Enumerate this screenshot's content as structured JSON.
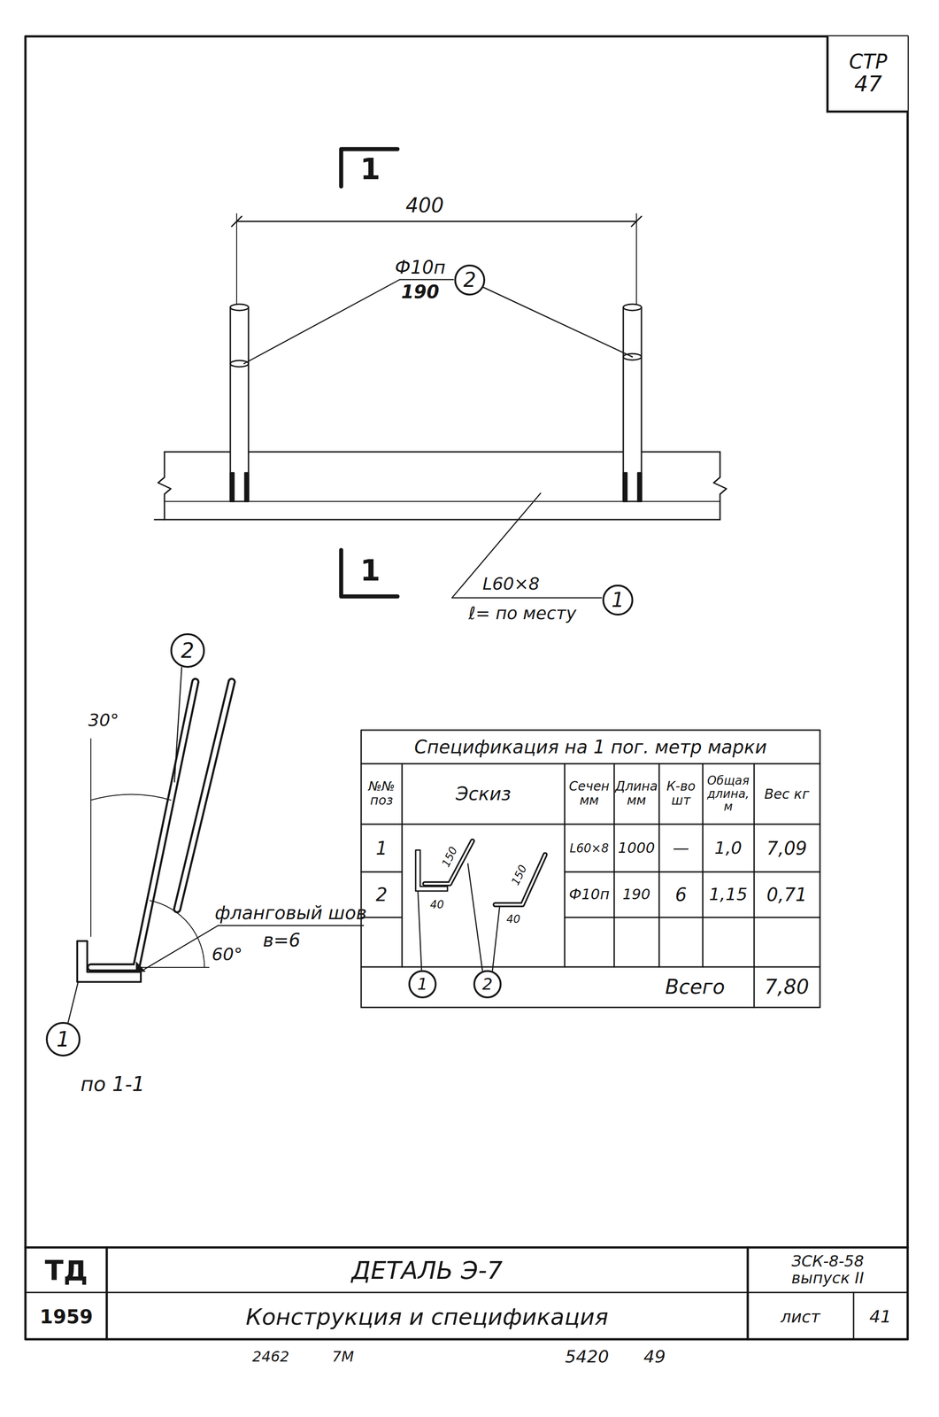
{
  "diagram": {
    "nodes": [
      {
        "text": [
          "СТР",
          "47"
        ]
      },
      {
        "text": [
          "2"
        ]
      },
      {
        "text": [
          "1"
        ]
      },
      {
        "text": [
          "2"
        ]
      },
      {
        "text": [
          "1"
        ]
      },
      {
        "text": [
          "1"
        ]
      },
      {
        "text": [
          "2"
        ]
      }
    ],
    "labels": [
      "1",
      "400",
      "Ф10п",
      "190",
      "1",
      "L60×8",
      "ℓ= по месту",
      "30°",
      "60°",
      "фланговый шов",
      "в=6",
      "по 1-1",
      "Спецификация на 1 пог. метр марки",
      "№№ поз",
      "Эскиз",
      "Сечен мм",
      "Длина мм",
      "К-во шт",
      "Общая длина, м",
      "Вес кг",
      "1",
      "L60×8",
      "1000",
      "—",
      "1,0",
      "7,09",
      "150",
      "40",
      "40",
      "150",
      "2",
      "Ф10п",
      "190",
      "6",
      "1,15",
      "0,71",
      "Всего",
      "7,80",
      "ТД",
      "1959",
      "ДЕТАЛЬ Э-7",
      "Конструкция и спецификация",
      "ЗСК-8-58 выпуск II",
      "лист",
      "41",
      "2462",
      "7М",
      "5420",
      "49"
    ]
  }
}
